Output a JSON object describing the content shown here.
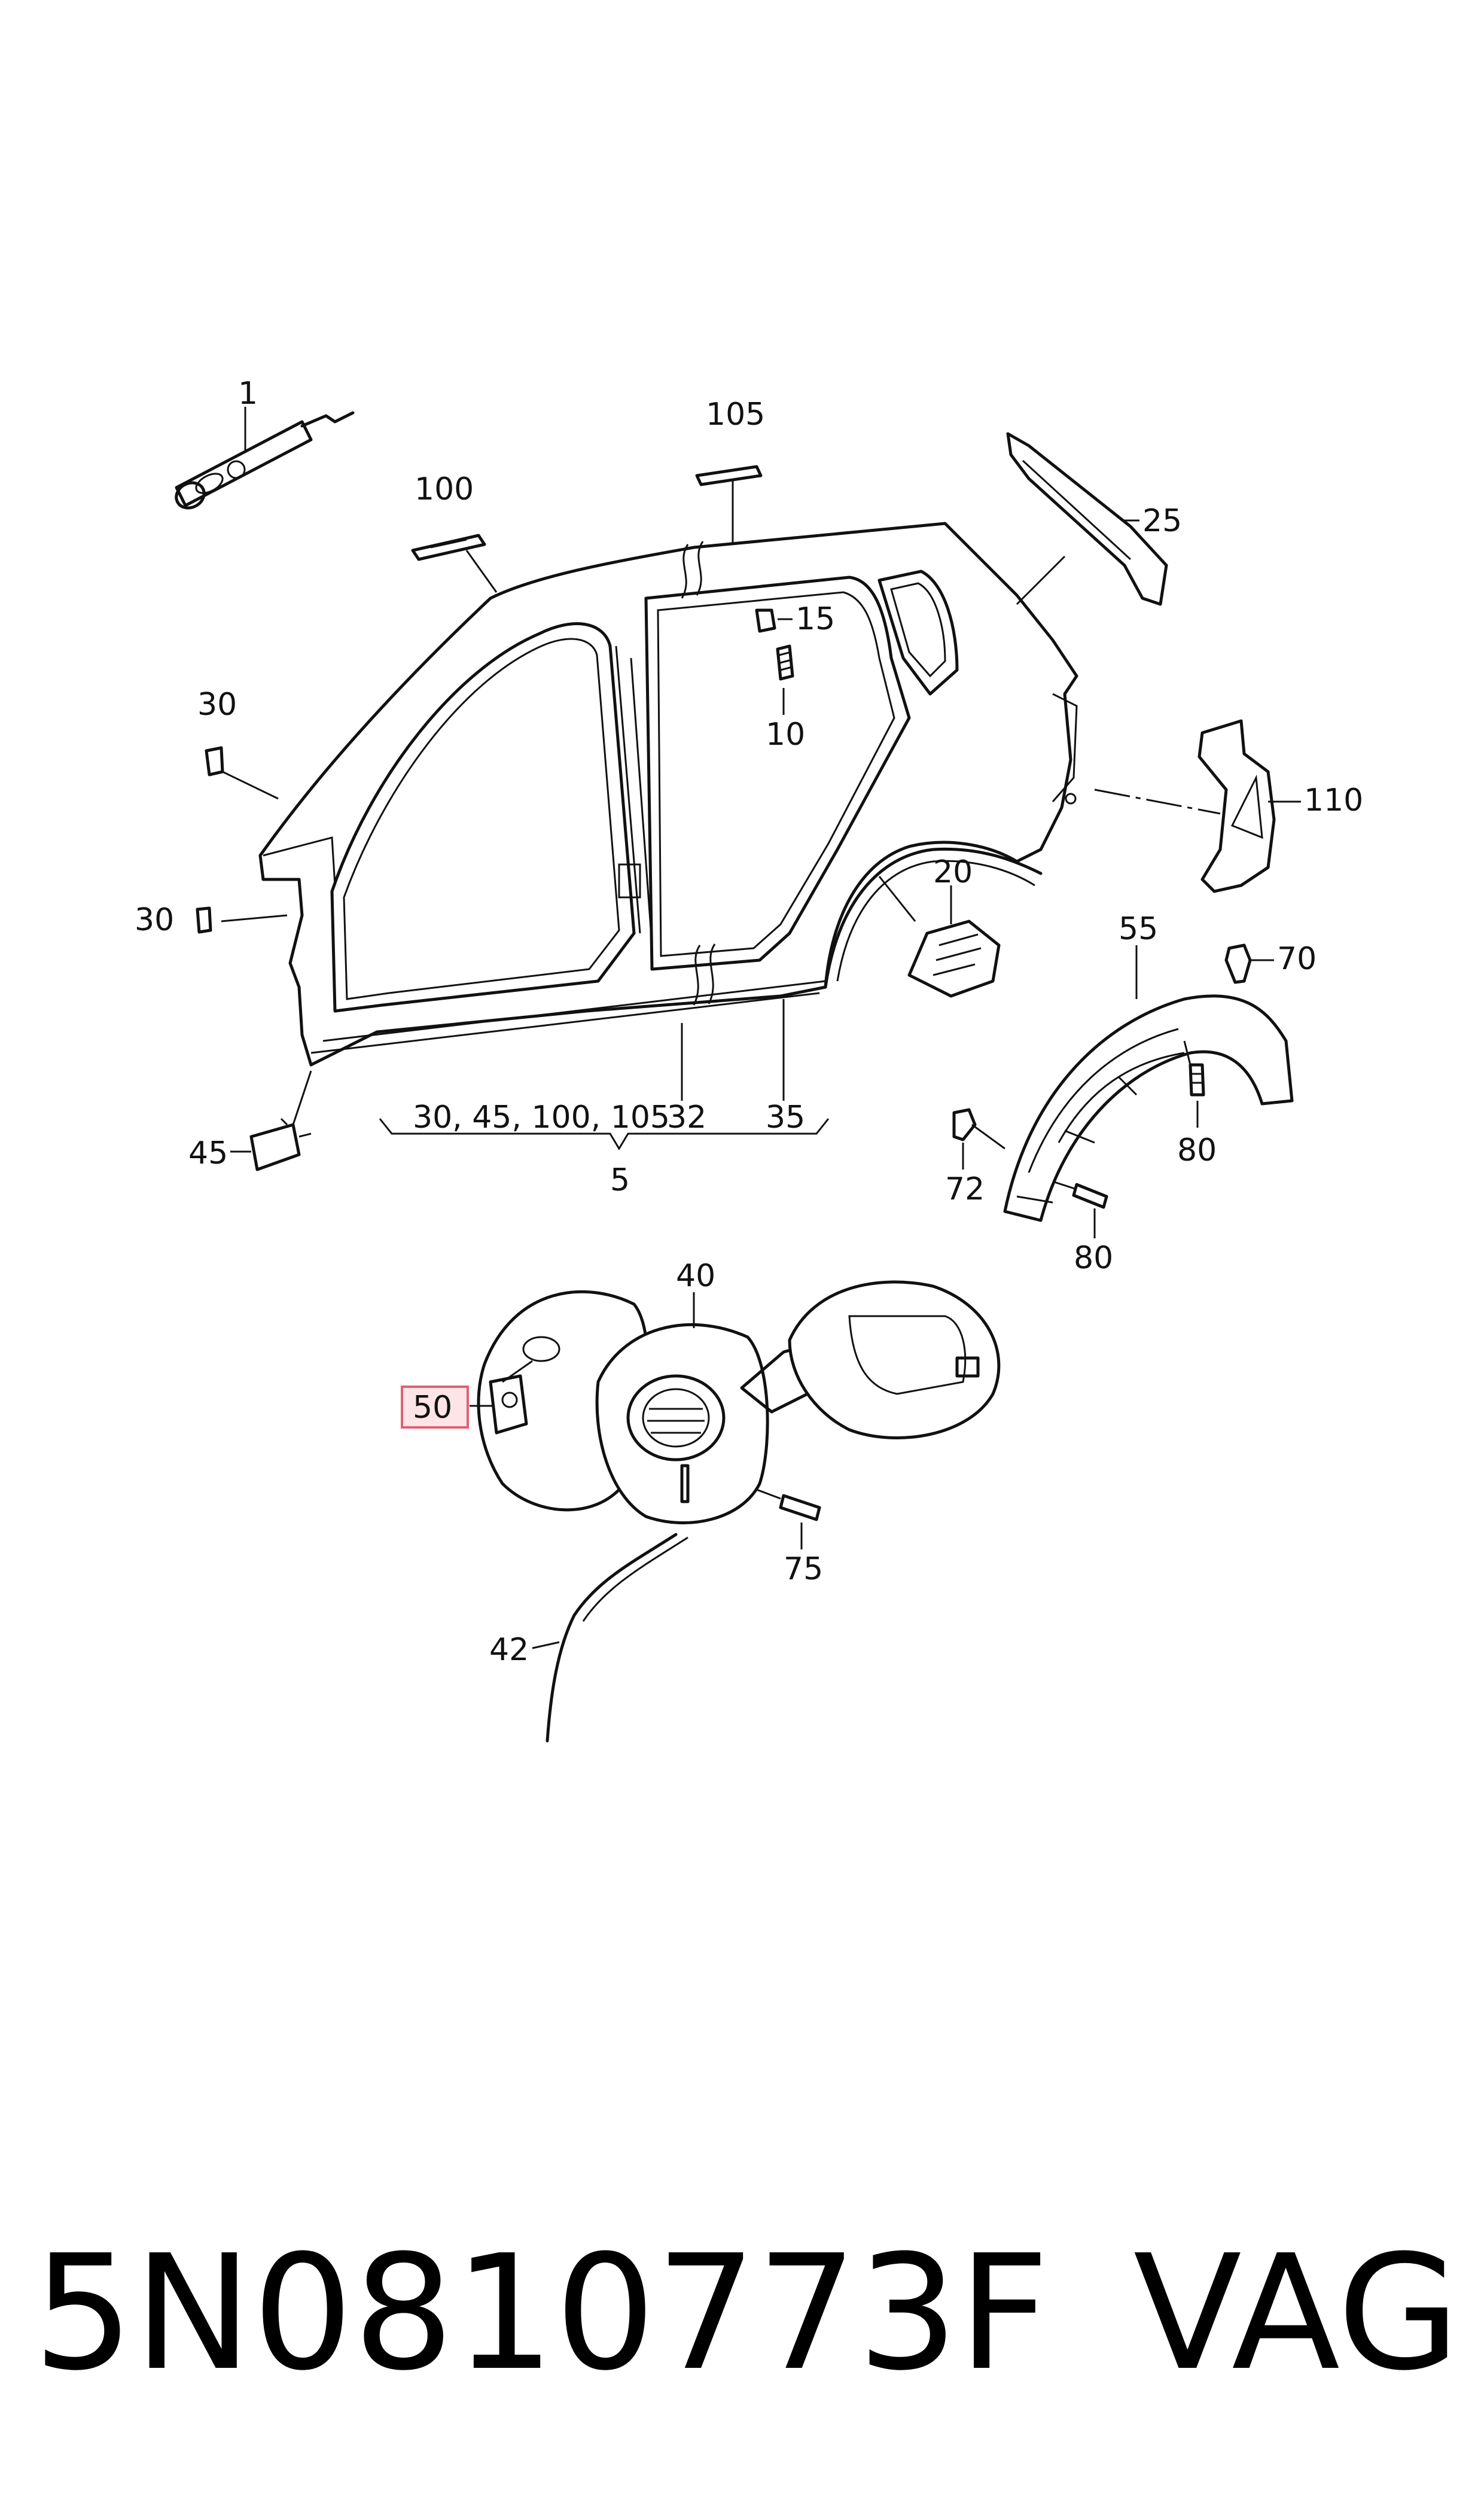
{
  "labels": {
    "p1": "1",
    "p100": "100",
    "p105": "105",
    "p25": "25",
    "p15": "15",
    "p10": "10",
    "p30a": "30",
    "p30b": "30",
    "p110": "110",
    "p20": "20",
    "p55": "55",
    "p70": "70",
    "p72": "72",
    "p80a": "80",
    "p80b": "80",
    "p45": "45",
    "group_text": "30, 45, 100, 105",
    "p32": "32",
    "p35": "35",
    "p5": "5",
    "p40": "40",
    "p50": "50",
    "p75": "75",
    "p42": "42"
  },
  "highlight": {
    "part": "50",
    "fill_color": "#fde4e6",
    "border_color": "#e06070"
  },
  "footer": {
    "part_number": "5N0810773F",
    "brand": "VAG"
  }
}
